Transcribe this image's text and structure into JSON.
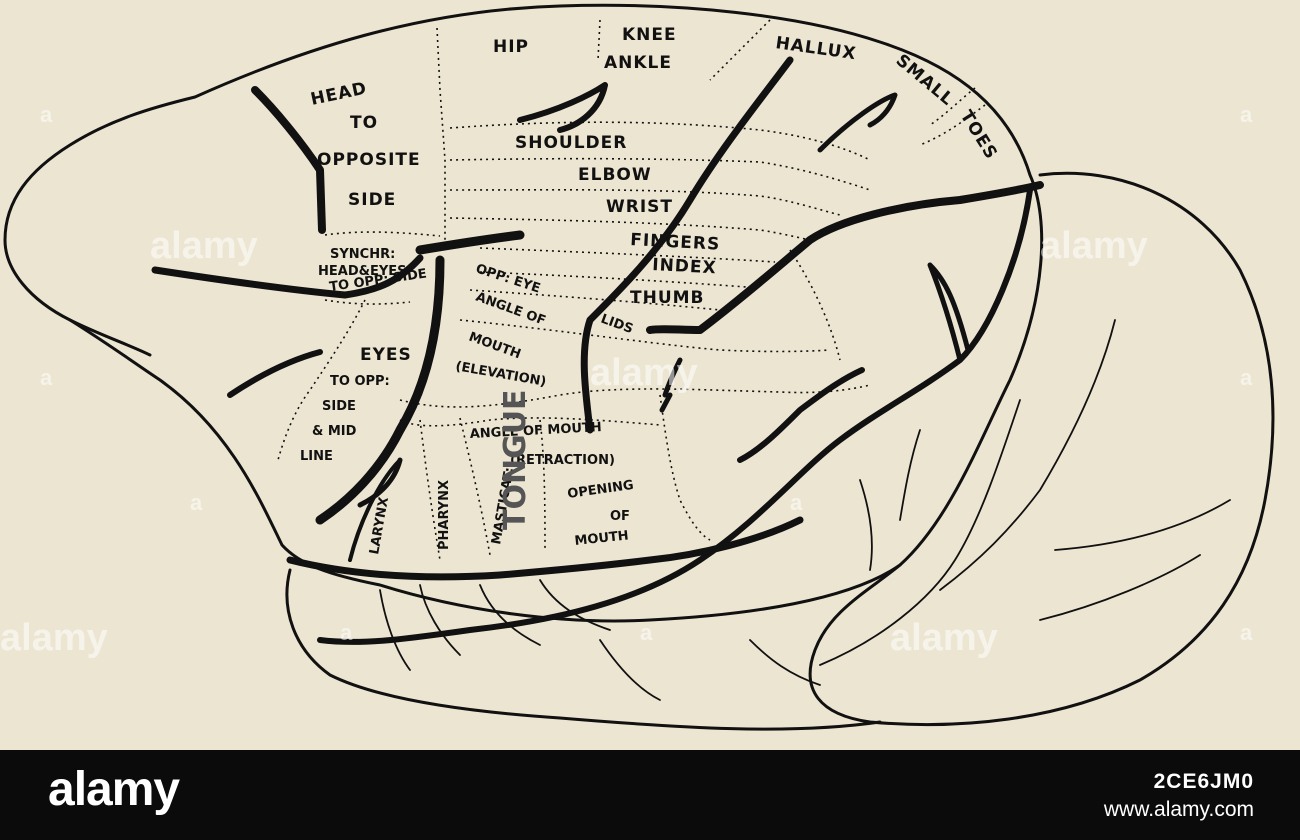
{
  "labels": {
    "hip": "HIP",
    "knee": "KNEE",
    "ankle": "ANKLE",
    "hallux": "HALLUX",
    "small": "SMALL",
    "toes": "TOES",
    "head": "HEAD",
    "to": "TO",
    "opposite": "OPPOSITE",
    "side": "SIDE",
    "shoulder": "SHOULDER",
    "elbow": "ELBOW",
    "wrist": "WRIST",
    "fingers": "FINGERS",
    "index": "INDEX",
    "thumb": "THUMB",
    "synchr": "SYNCHR:",
    "head_eyes": "HEAD&EYES",
    "to_opp_side": "TO OPP: SIDE",
    "opp_eye": "OPP: EYE",
    "lids": "LIDS",
    "angle_of": "ANGLE OF",
    "mouth": "MOUTH",
    "elevation": "(ELEVATION)",
    "eyes": "EYES",
    "to_opp": "TO OPP:",
    "side2": "SIDE",
    "and_mid": "& MID",
    "line": "LINE",
    "angle_of_mouth": "ANGLE OF MOUTH",
    "retraction": "(RETRACTION)",
    "opening": "OPENING",
    "of": "OF",
    "mouth2": "MOUTH",
    "larynx": "LARYNX",
    "pharynx": "PHARYNX",
    "masticat": "MASTICAT:",
    "tongue": "TONGUE"
  },
  "watermark": {
    "text": "alamy",
    "letter": "a"
  },
  "footer": {
    "logo": "alamy",
    "image_id": "2CE6JM0",
    "url": "www.alamy.com"
  },
  "colors": {
    "background": "#ece5d2",
    "ink": "#111111",
    "footer_bg": "#0b0b0b"
  }
}
